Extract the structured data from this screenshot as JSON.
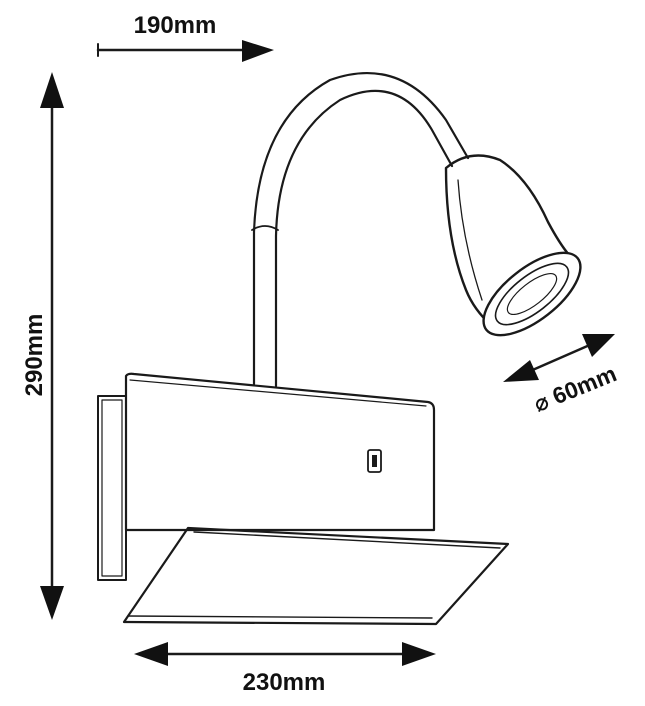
{
  "dimensions": {
    "reach": "190mm",
    "height": "290mm",
    "shelf_width": "230mm",
    "shade_diameter": "⌀ 60mm"
  },
  "colors": {
    "ink": "#1a1a1a",
    "background": "#ffffff"
  },
  "icons": {
    "usb_port": "usb-port-icon"
  }
}
